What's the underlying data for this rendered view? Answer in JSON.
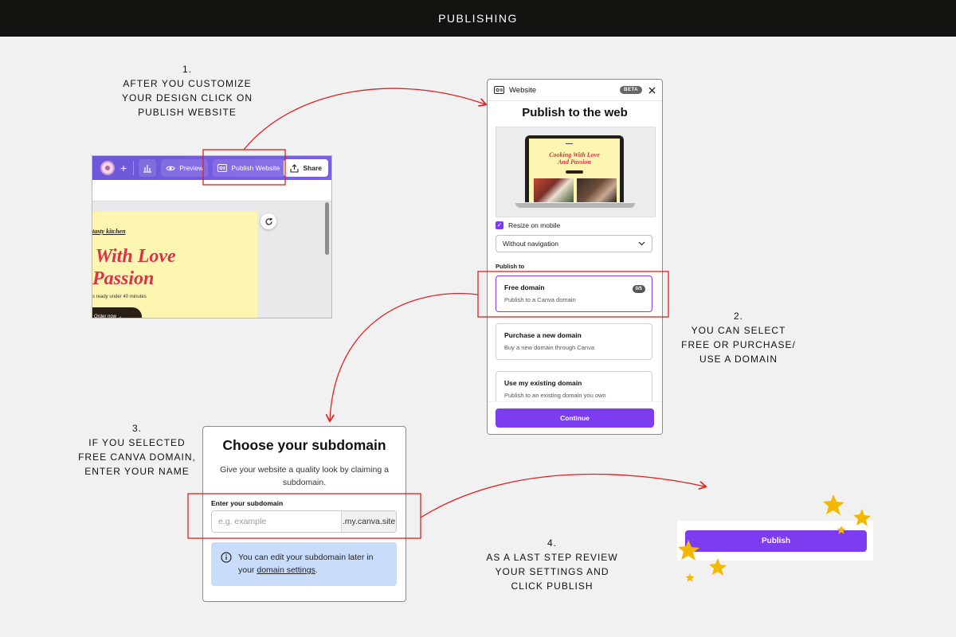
{
  "header": {
    "title": "PUBLISHING"
  },
  "steps": {
    "step1": {
      "lines": [
        "1.",
        "AFTER YOU CUSTOMIZE",
        "YOUR DESIGN CLICK ON",
        "PUBLISH WEBSITE"
      ]
    },
    "step2": {
      "lines": [
        "2.",
        "YOU CAN SELECT",
        "FREE OR PURCHASE/",
        "USE A DOMAIN"
      ]
    },
    "step3": {
      "lines": [
        "3.",
        "IF YOU SELECTED",
        "FREE CANVA DOMAIN,",
        "ENTER YOUR NAME"
      ]
    },
    "step4": {
      "lines": [
        "4.",
        "AS A LAST STEP REVIEW",
        "YOUR SETTINGS AND",
        "CLICK PUBLISH"
      ]
    }
  },
  "editor": {
    "preview_label": "Preview",
    "publish_label": "Publish Website",
    "share_label": "Share",
    "canvas": {
      "logo": "tasty kitchen",
      "headline_1": "g With Love",
      "headline_2": "Passion",
      "subtext": "s ready under 40 minutes",
      "button": "Order now →"
    }
  },
  "website_panel": {
    "header_title": "Website",
    "beta_badge": "BETA",
    "title": "Publish to the web",
    "preview_headline_1": "Cooking With Love",
    "preview_headline_2": "And Passion",
    "resize_label": "Resize on mobile",
    "nav_select_value": "Without navigation",
    "publish_to_label": "Publish to",
    "options": [
      {
        "title": "Free domain",
        "desc": "Publish to a Canva domain",
        "badge": "0/5"
      },
      {
        "title": "Purchase a new domain",
        "desc": "Buy a new domain through Canva"
      },
      {
        "title": "Use my existing domain",
        "desc": "Publish to an existing domain you own"
      }
    ],
    "continue_label": "Continue"
  },
  "subdomain_card": {
    "title": "Choose your subdomain",
    "description": "Give your website a quality look by claiming a subdomain.",
    "field_label": "Enter your subdomain",
    "input_placeholder": "e.g. example",
    "input_value": "",
    "suffix": ".my.canva.site",
    "info_text": "You can edit your subdomain later in your",
    "info_link": "domain settings",
    "info_end": "."
  },
  "publish": {
    "button_label": "Publish"
  },
  "colors": {
    "header_bg": "#14130f",
    "page_bg": "#f1f1f1",
    "accent_purple": "#7d3cf0",
    "highlight_red": "#e02020",
    "star_yellow": "#f5b800",
    "info_blue": "#c9ddfb"
  }
}
